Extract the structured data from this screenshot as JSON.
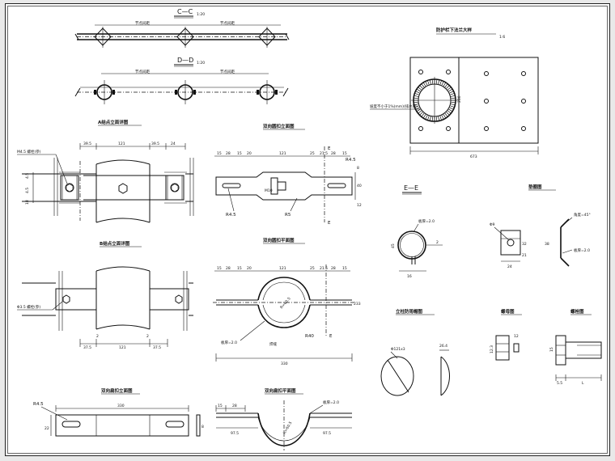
{
  "views": {
    "cc": {
      "title": "C—C",
      "scale": "1:20",
      "spacing_left": "节点间距",
      "spacing_right": "节点间距"
    },
    "dd": {
      "title": "D—D",
      "scale": "1:20",
      "spacing_left": "节点间距",
      "spacing_right": "节点间距"
    },
    "a_node": {
      "title": "A结点立面详图",
      "bolt_label": "M4.5 螺栓(参)",
      "dims_top": [
        "39.5",
        "121",
        "39.5",
        "24"
      ],
      "dims_left": [
        "4.5",
        "4.5",
        "18"
      ]
    },
    "b_node": {
      "title": "B结点立面详图",
      "bolt_label": "Φ3.5 螺栓(参)",
      "dims_bottom": [
        "37.5",
        "121",
        "37.5"
      ],
      "marks": [
        "2",
        "2"
      ]
    },
    "double_round_elev": {
      "title": "双向圆扣立面图",
      "dims_top": [
        "15",
        "28",
        "15",
        "20",
        "121",
        "25",
        "21.5",
        "28",
        "15"
      ],
      "r1": "R4.5",
      "r2": "R5",
      "r3": "R4.5",
      "section": "E",
      "dims_right": [
        "8",
        "12",
        "40"
      ],
      "bolt": "M10"
    },
    "double_round_plan": {
      "title": "双向圆扣平面图",
      "dims_top": [
        "15",
        "28",
        "15",
        "20",
        "121",
        "25",
        "21.5",
        "28",
        "15"
      ],
      "thickness": "板厚=2.0",
      "inner": "R=60.5",
      "r_end": "R40",
      "weld": "焊缝",
      "section": "E",
      "total": "330",
      "right_dim": "233"
    },
    "double_flat_elev": {
      "title": "双向扁扣立面图",
      "r": "R4.5",
      "total": "330",
      "left_dim": "22",
      "right_dim": "8"
    },
    "double_flat_plan": {
      "title": "双向扁扣平面图",
      "dims_top": [
        "15",
        "28"
      ],
      "thickness": "板厚=2.0",
      "inner": "R=60.5",
      "dims_bottom": [
        "97.5",
        "97.5"
      ]
    },
    "flange": {
      "title": "防护栏下法兰大样",
      "scale": "1:6",
      "note": "坡度不小于1%(mm)(排水管)",
      "width": "673",
      "side_dim": "280"
    },
    "ee": {
      "title": "E—E",
      "thickness": "板厚=2.0",
      "d": "16",
      "h": "45",
      "w": "2"
    },
    "washer": {
      "title": "垫圈图",
      "hole": "Φ9",
      "angle": "角度=45°",
      "thickness": "板厚=2.0",
      "w": "24",
      "h1": "32",
      "h2": "21",
      "h3": "38"
    },
    "post_cap": {
      "title": "立柱防雨帽图",
      "dia": "Φ121x3",
      "h": "26.4"
    },
    "nut": {
      "title": "螺母图",
      "dims": [
        "12.3",
        "12"
      ]
    },
    "bolt": {
      "title": "螺栓图",
      "d": "15",
      "head": "5.5",
      "len": "L"
    }
  }
}
